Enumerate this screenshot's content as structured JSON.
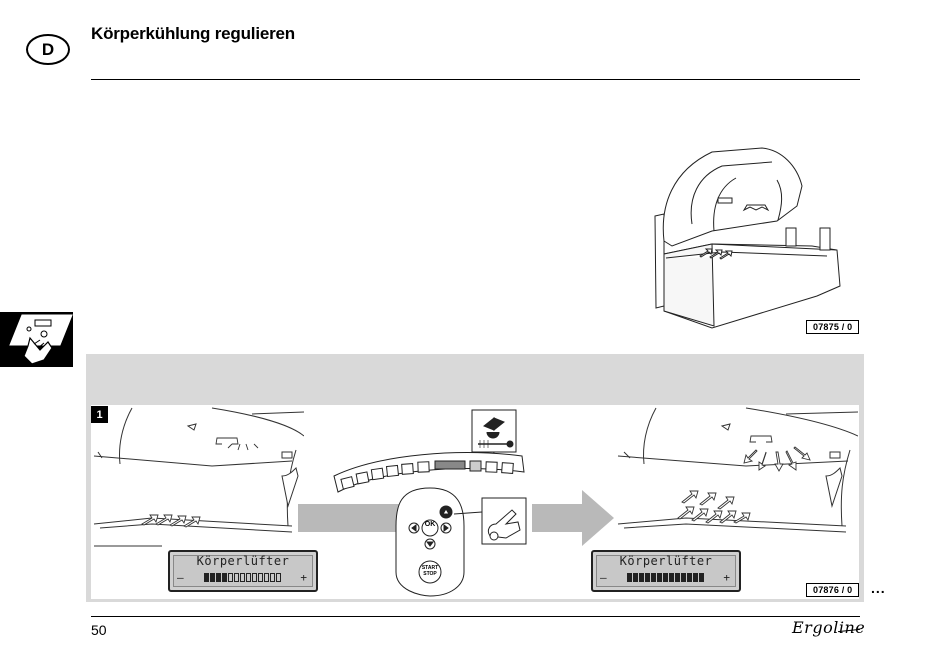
{
  "header": {
    "language_badge": "D",
    "title": "Körperkühlung regulieren"
  },
  "side_tab": {
    "icon": "control-panel-hand-icon"
  },
  "hero_figure": {
    "code": "07875 / 0"
  },
  "step": {
    "number": "1",
    "figure_code": "07876 / 0"
  },
  "display_before": {
    "label": "Körperlüfter",
    "minus": "–",
    "plus": "+",
    "level": 4,
    "segments": 13
  },
  "display_after": {
    "label": "Körperlüfter",
    "minus": "–",
    "plus": "+",
    "level": 13,
    "segments": 13
  },
  "control_pad": {
    "ok_label": "OK",
    "start_label": "START",
    "stop_label": "STOP"
  },
  "footer": {
    "continue_mark": "...",
    "page_number": "50",
    "brand": "Ergoline"
  }
}
